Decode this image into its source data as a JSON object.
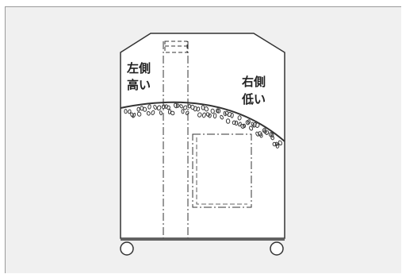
{
  "diagram": {
    "left_label": {
      "line1": "左側",
      "line2": "高い"
    },
    "right_label": {
      "line1": "右側",
      "line2": "低い"
    }
  },
  "colors": {
    "background": "#f0f0f0",
    "cabinet": "#ffffff",
    "stroke": "#333333"
  }
}
